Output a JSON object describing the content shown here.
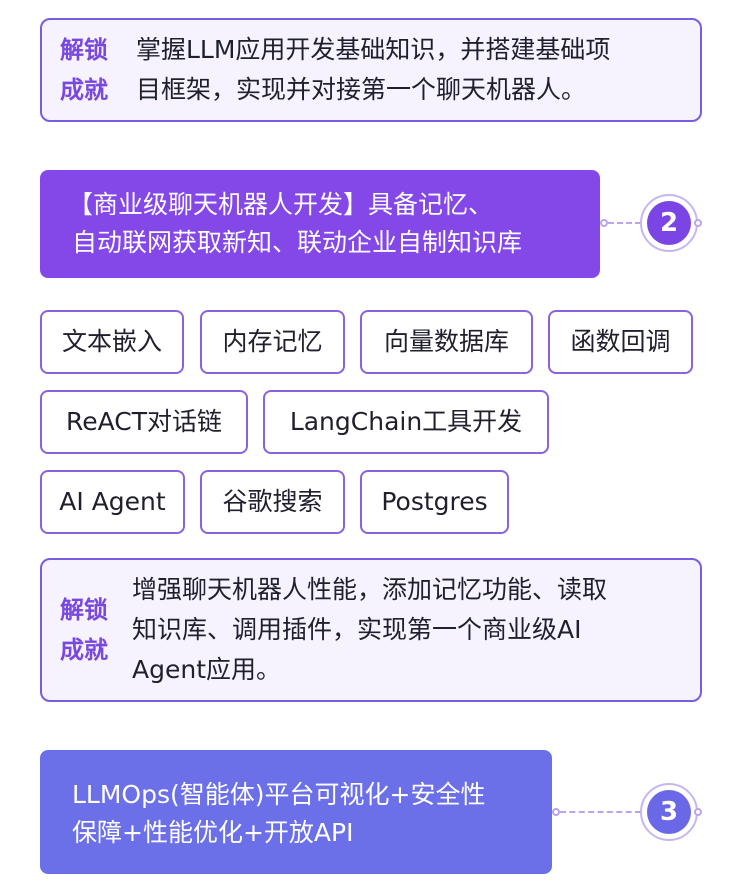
{
  "unlock_label": [
    "解锁",
    "成就"
  ],
  "section1": {
    "achievement_lines": [
      "掌握LLM应用开发基础知识，并搭建基础项",
      "目框架，实现并对接第一个聊天机器人。"
    ]
  },
  "section2": {
    "number": "2",
    "title_lines": [
      "【商业级聊天机器人开发】具备记忆、",
      "自动联网获取新知、联动企业自制知识库"
    ],
    "tags": [
      "文本嵌入",
      "内存记忆",
      "向量数据库",
      "函数回调",
      "ReACT对话链",
      "LangChain工具开发",
      "AI Agent",
      "谷歌搜索",
      "Postgres"
    ],
    "achievement_lines": [
      "增强聊天机器人性能，添加记忆功能、读取",
      "知识库、调用插件，实现第一个商业级AI",
      "Agent应用。"
    ],
    "colors": {
      "banner": "#8447e8",
      "badge": "#7b45e6"
    }
  },
  "section3": {
    "number": "3",
    "title_lines": [
      "LLMOps(智能体)平台可视化+安全性",
      "保障+性能优化+开放API"
    ],
    "colors": {
      "banner": "#6b6fe8",
      "badge": "#6a68e6"
    }
  }
}
